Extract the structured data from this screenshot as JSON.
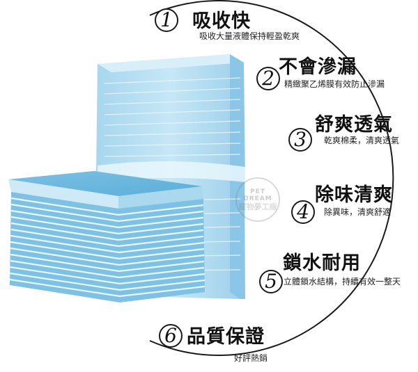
{
  "features": [
    {
      "number": "1",
      "title": "吸收快",
      "subtitle": "吸收大量液體保持輕盈乾爽"
    },
    {
      "number": "2",
      "title": "不會滲漏",
      "subtitle": "精緻聚乙烯膜有效防止滲漏"
    },
    {
      "number": "3",
      "title": "舒爽透氣",
      "subtitle": "乾爽棉柔，清爽透氣"
    },
    {
      "number": "4",
      "title": "除味清爽",
      "subtitle": "除異味，清爽舒適"
    },
    {
      "number": "5",
      "title": "鎖水耐用",
      "subtitle": "立體鎖水結構，持續有效一整天"
    },
    {
      "number": "6",
      "title": "品質保證",
      "subtitle": "好評熱銷"
    }
  ],
  "watermark": {
    "top": "PET DREAM",
    "bottom": "寵物夢工廠"
  },
  "colors": {
    "pad_light": "#bfe3f3",
    "pad_mid": "#8fcbe8",
    "pad_dark": "#5fb0da",
    "arc": "#1a1a1a"
  }
}
